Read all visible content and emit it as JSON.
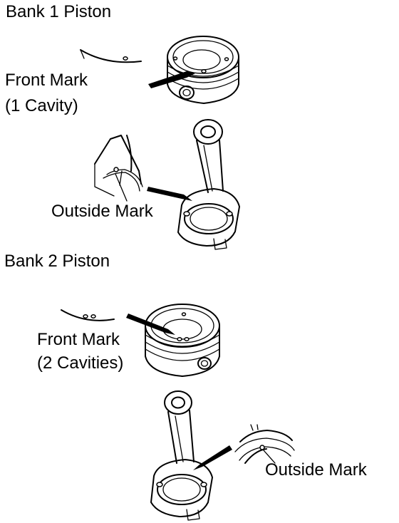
{
  "bank1": {
    "title": "Bank 1 Piston",
    "front_mark_line1": "Front Mark",
    "front_mark_line2": "(1 Cavity)",
    "outside_mark": "Outside Mark"
  },
  "bank2": {
    "title": "Bank 2 Piston",
    "front_mark_line1": "Front Mark",
    "front_mark_line2": "(2 Cavities)",
    "outside_mark": "Outside Mark"
  }
}
